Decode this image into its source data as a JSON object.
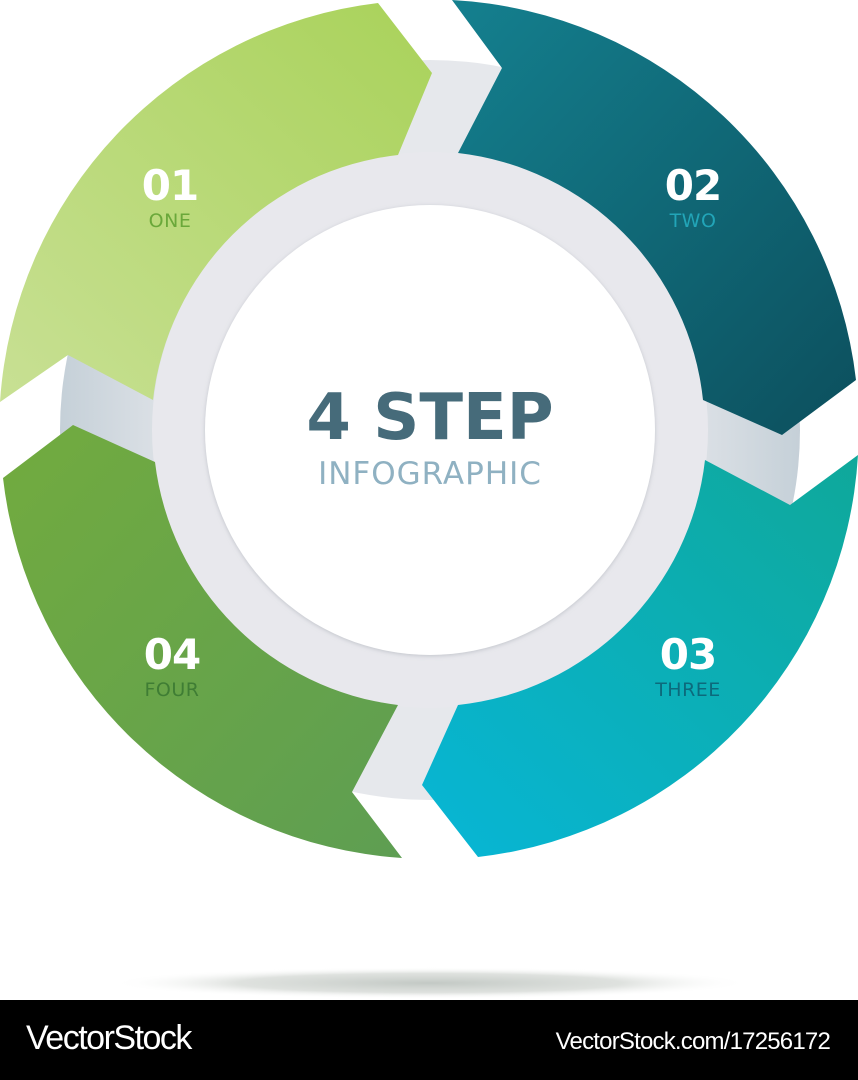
{
  "infographic": {
    "title": "4 STEP",
    "subtitle": "INFOGRAPHIC",
    "colors": {
      "title": "#466b7a",
      "subtitle": "#8fb1c2",
      "ring": "#e8e8ed",
      "center": "#ffffff"
    },
    "steps": [
      {
        "number": "01",
        "name": "ONE",
        "color_start": "#a9d25a",
        "color_end": "#c8e094",
        "name_color": "#6aa83a"
      },
      {
        "number": "02",
        "name": "TWO",
        "color_start": "#14808f",
        "color_end": "#0c4f5d",
        "name_color": "#22a5b8"
      },
      {
        "number": "03",
        "name": "THREE",
        "color_start": "#0fa89a",
        "color_end": "#07b6d6",
        "name_color": "#0c6a7c"
      },
      {
        "number": "04",
        "name": "FOUR",
        "color_start": "#72ab3f",
        "color_end": "#5e9e52",
        "name_color": "#3f7d34"
      }
    ]
  },
  "footer": {
    "brand": "VectorStock",
    "url": "VectorStock.com/17256172"
  }
}
